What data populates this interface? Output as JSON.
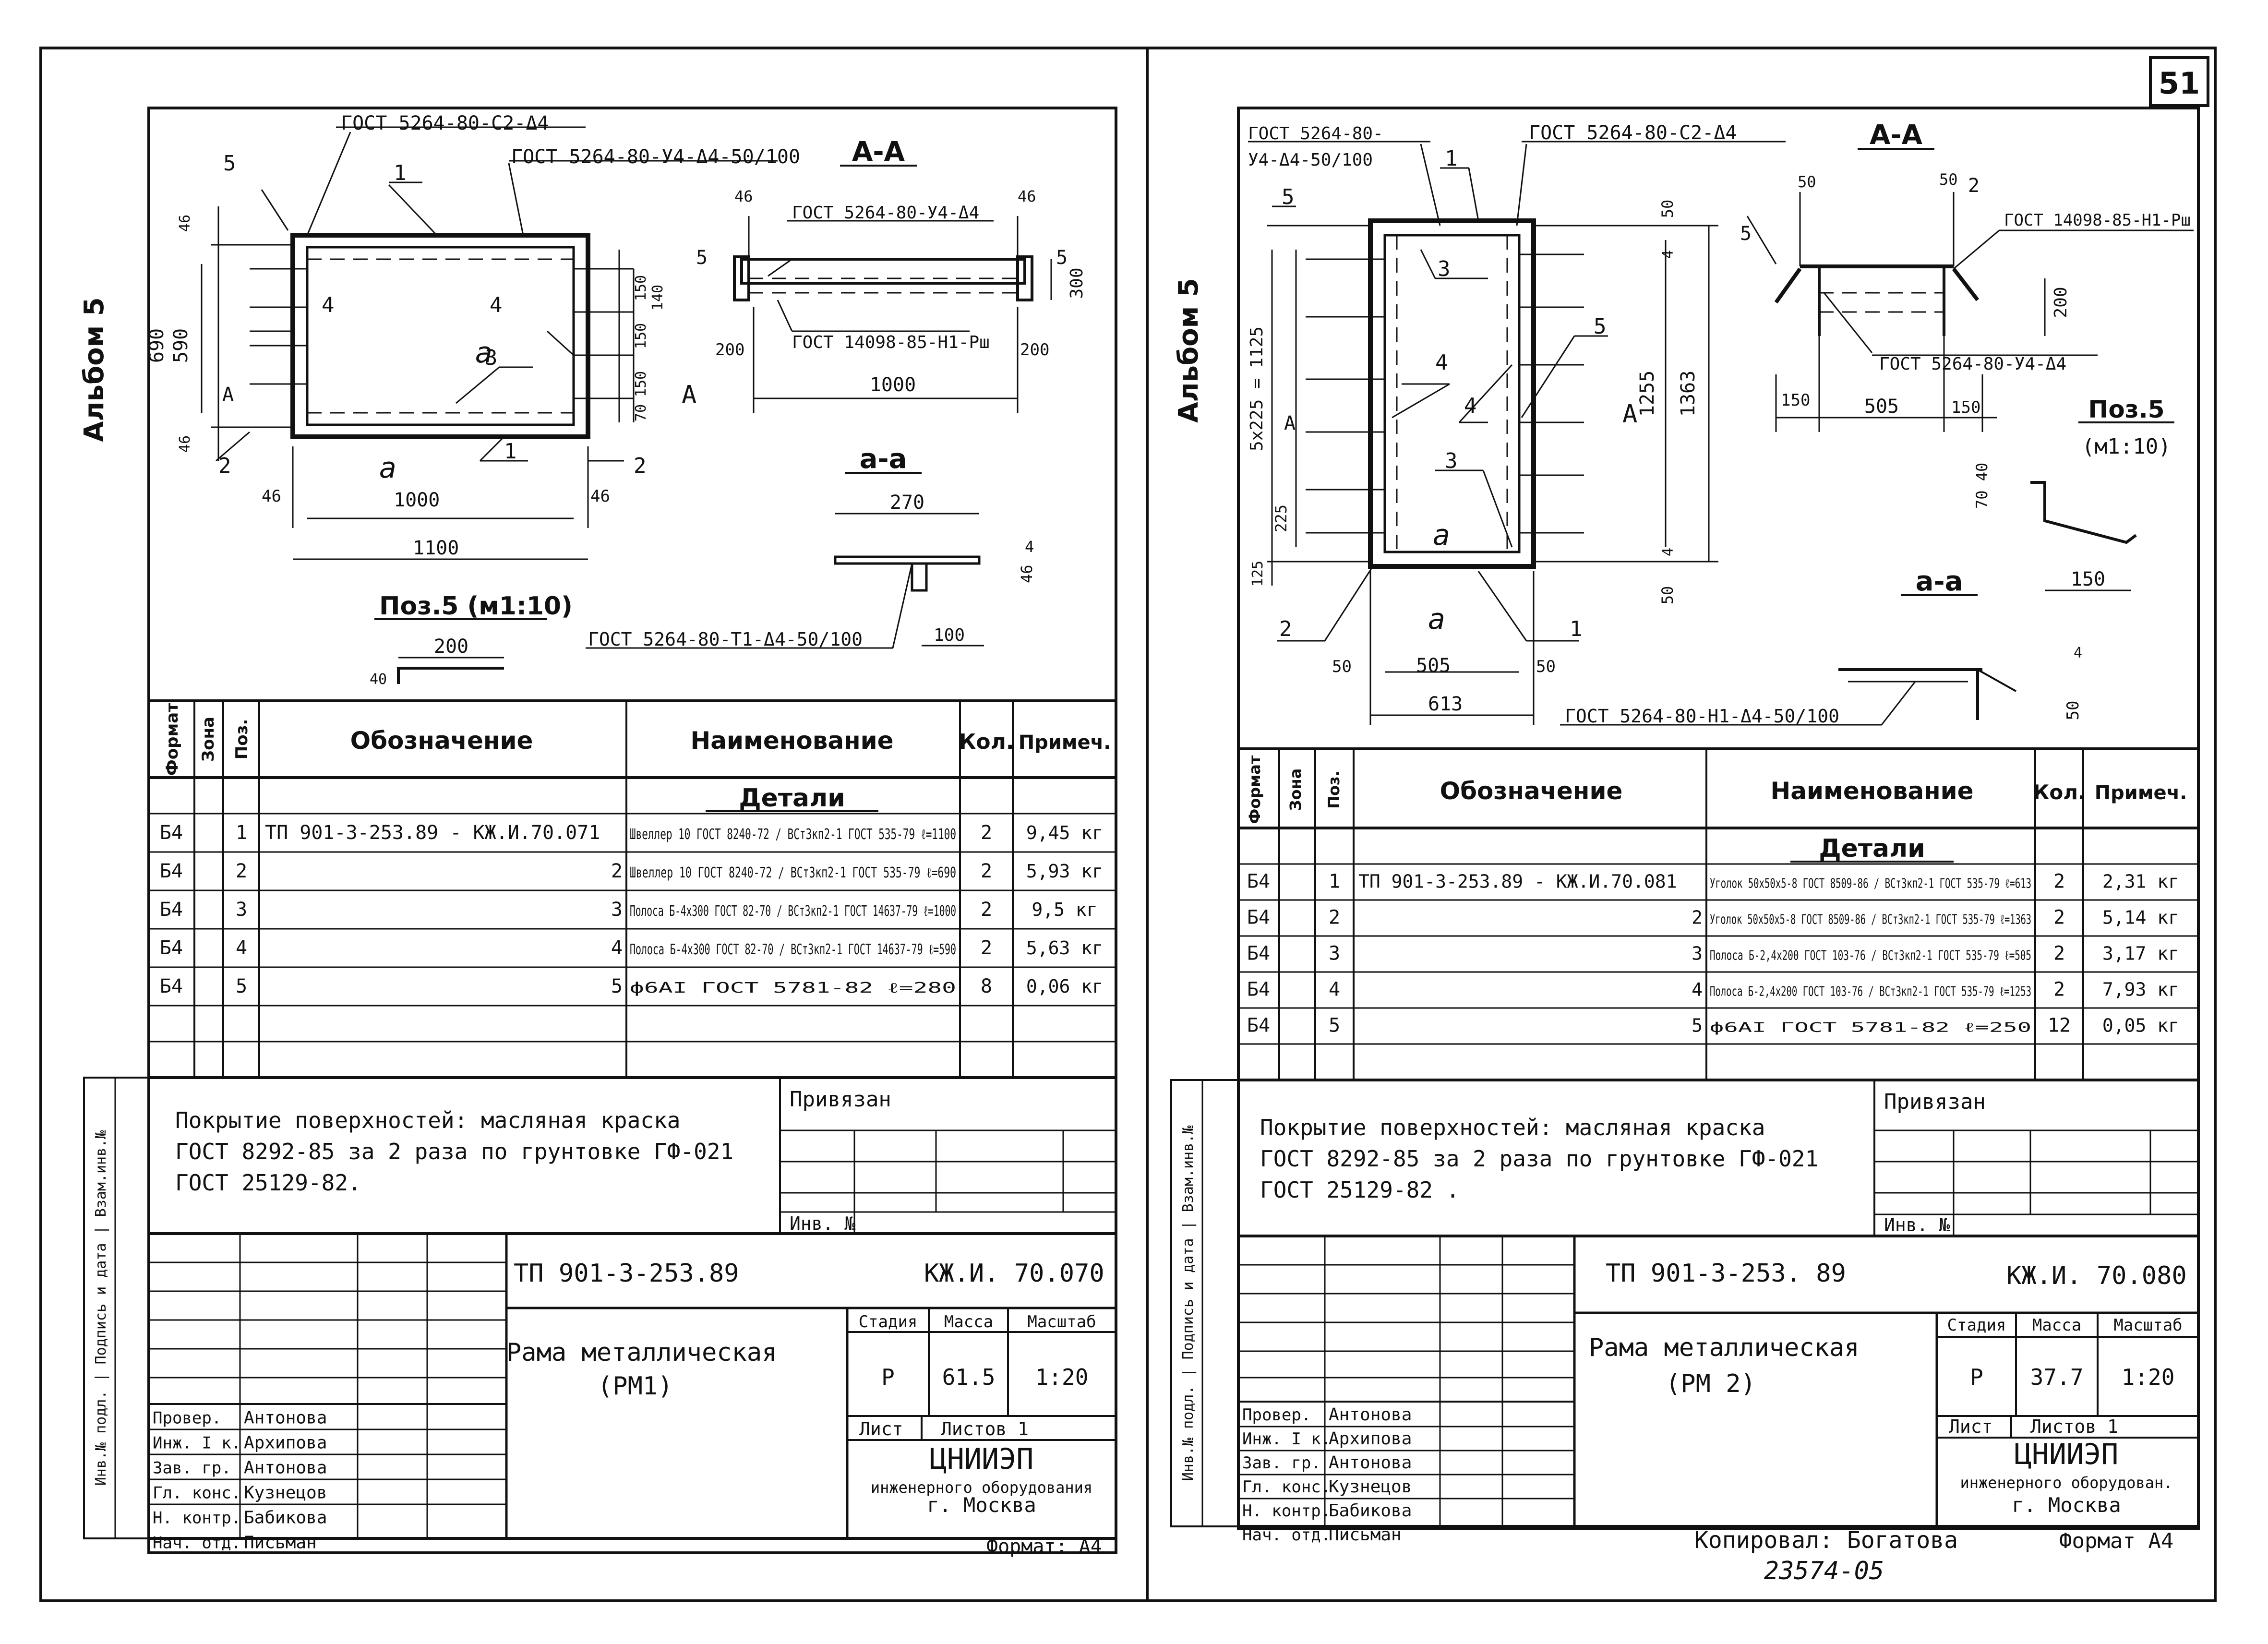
{
  "page_number": "51",
  "footer_number": "23574-05",
  "copied_by": "Копировал: Богатова",
  "sheets": [
    {
      "album": "Альбом 5",
      "drawing": {
        "std_top": "ГОСТ 5264-80-С2-Δ4",
        "std_weld": "ГОСТ 5264-80-У4-Δ4-50/100",
        "section_title": "А-А",
        "section_std_1": "ГОСТ 5264-80-У4-Δ4",
        "section_std_2": "ГОСТ 14098-85-Н1-Рш",
        "section_width": "1000",
        "section_height": "300",
        "detail_title": "а-а",
        "detail_dim": "270",
        "detail_std": "ГОСТ 5264-80-Т1-Δ4-50/100",
        "pos5_title": "Поз.5 (м1:10)",
        "pos5_dim": "200",
        "frame_inner": "1000",
        "frame_outer": "1100",
        "frame_height_outer": "690",
        "frame_height_inner": "590",
        "cut_label_a": "а",
        "cut_label_A": "А"
      },
      "spec": {
        "headers": [
          "Формат",
          "Зона",
          "Поз.",
          "Обозначение",
          "Наименование",
          "Кол.",
          "Примеч."
        ],
        "group": "Детали",
        "rows": [
          {
            "fmt": "Б4",
            "zone": "",
            "pos": "1",
            "designation": "ТП 901-3-253.89 - КЖ.И.70.071",
            "name": "Швеллер 10 ГОСТ 8240-72 / ВСт3кп2-1 ГОСТ 535-79 ℓ=1100",
            "qty": "2",
            "note": "9,45 кг"
          },
          {
            "fmt": "Б4",
            "zone": "",
            "pos": "2",
            "designation": "2",
            "name": "Швеллер 10 ГОСТ 8240-72 / ВСт3кп2-1 ГОСТ 535-79 ℓ=690",
            "qty": "2",
            "note": "5,93 кг"
          },
          {
            "fmt": "Б4",
            "zone": "",
            "pos": "3",
            "designation": "3",
            "name": "Полоса Б-4х300 ГОСТ 82-70 / ВСт3кп2-1 ГОСТ 14637-79 ℓ=1000",
            "qty": "2",
            "note": "9,5 кг"
          },
          {
            "fmt": "Б4",
            "zone": "",
            "pos": "4",
            "designation": "4",
            "name": "Полоса Б-4х300 ГОСТ 82-70 / ВСт3кп2-1 ГОСТ 14637-79 ℓ=590",
            "qty": "2",
            "note": "5,63 кг"
          },
          {
            "fmt": "Б4",
            "zone": "",
            "pos": "5",
            "designation": "5",
            "name": "ф6АI ГОСТ 5781-82 ℓ=280",
            "qty": "8",
            "note": "0,06 кг"
          }
        ]
      },
      "note_lines": [
        "Покрытие поверхностей: масляная краска",
        "ГОСТ 8292-85 за 2 раза по грунтовке ГФ-021",
        "ГОСТ 25129-82."
      ],
      "bound": "Привязан",
      "inv": "Инв. №",
      "side_stamp": "Инв.№ подл. | Подпись и дата | Взам.инв.№",
      "title_block": {
        "project": "ТП 901-3-253.89",
        "code": "КЖ.И. 70.070",
        "title": "Рама металлическая",
        "subtitle": "(РМ1)",
        "stage_h": "Стадия",
        "mass_h": "Масса",
        "scale_h": "Масштаб",
        "stage": "Р",
        "mass": "61.5",
        "scale": "1:20",
        "sheet_h": "Лист",
        "sheets_h": "Листов 1",
        "org1": "ЦНИИЭП",
        "org2": "инженерного оборудования",
        "org3": "г. Москва",
        "format": "Формат: А4",
        "staff": [
          {
            "role": "Провер.",
            "name": "Антонова"
          },
          {
            "role": "Инж. I к.",
            "name": "Архипова"
          },
          {
            "role": "Зав. гр.",
            "name": "Антонова"
          },
          {
            "role": "Гл. конс.",
            "name": "Кузнецов"
          },
          {
            "role": "Н. контр.",
            "name": "Бабикова"
          },
          {
            "role": "Нач. отд.",
            "name": "Письман"
          }
        ]
      }
    },
    {
      "album": "Альбом 5",
      "drawing": {
        "std_top": "ГОСТ 5264-80-С2-Δ4",
        "std_weld": "ГОСТ 5264-80-У4-Δ4-50/100",
        "section_title": "А-А",
        "section_std_1": "ГОСТ 14098-85-Н1-Рш",
        "section_std_2": "ГОСТ 5264-80-У4-Δ4",
        "section_width": "505",
        "section_height": "200",
        "detail_title": "а-а",
        "detail_dim": "50",
        "detail_std": "ГОСТ 5264-80-Н1-Δ4-50/100",
        "pos5_title": "Поз.5",
        "pos5_scale": "(м1:10)",
        "pos5_dim": "150",
        "frame_inner": "505",
        "frame_outer": "613",
        "frame_height_outer": "1363",
        "frame_height_inner": "1255",
        "frame_steps": "5х225 = 1125",
        "cut_label_a": "а",
        "cut_label_A": "А"
      },
      "spec": {
        "headers": [
          "Формат",
          "Зона",
          "Поз.",
          "Обозначение",
          "Наименование",
          "Кол.",
          "Примеч."
        ],
        "group": "Детали",
        "rows": [
          {
            "fmt": "Б4",
            "zone": "",
            "pos": "1",
            "designation": "ТП 901-3-253.89 - КЖ.И.70.081",
            "name": "Уголок 50х50х5-8 ГОСТ 8509-86 / ВСт3кп2-1 ГОСТ 535-79 ℓ=613",
            "qty": "2",
            "note": "2,31 кг"
          },
          {
            "fmt": "Б4",
            "zone": "",
            "pos": "2",
            "designation": "2",
            "name": "Уголок 50х50х5-8 ГОСТ 8509-86 / ВСт3кп2-1 ГОСТ 535-79 ℓ=1363",
            "qty": "2",
            "note": "5,14 кг"
          },
          {
            "fmt": "Б4",
            "zone": "",
            "pos": "3",
            "designation": "3",
            "name": "Полоса Б-2,4х200 ГОСТ 103-76 / ВСт3кп2-1 ГОСТ 535-79 ℓ=505",
            "qty": "2",
            "note": "3,17 кг"
          },
          {
            "fmt": "Б4",
            "zone": "",
            "pos": "4",
            "designation": "4",
            "name": "Полоса Б-2,4х200 ГОСТ 103-76 / ВСт3кп2-1 ГОСТ 535-79 ℓ=1253",
            "qty": "2",
            "note": "7,93 кг"
          },
          {
            "fmt": "Б4",
            "zone": "",
            "pos": "5",
            "designation": "5",
            "name": "ф6АI ГОСТ 5781-82 ℓ=250",
            "qty": "12",
            "note": "0,05 кг"
          }
        ]
      },
      "note_lines": [
        "Покрытие поверхностей: масляная краска",
        "ГОСТ 8292-85 за 2 раза по грунтовке ГФ-021",
        "ГОСТ 25129-82 ."
      ],
      "bound": "Привязан",
      "inv": "Инв. №",
      "side_stamp": "Инв.№ подл. | Подпись и дата | Взам.инв.№",
      "title_block": {
        "project": "ТП 901-3-253. 89",
        "code": "КЖ.И. 70.080",
        "title": "Рама металлическая",
        "subtitle": "(РМ 2)",
        "stage_h": "Стадия",
        "mass_h": "Масса",
        "scale_h": "Масштаб",
        "stage": "Р",
        "mass": "37.7",
        "scale": "1:20",
        "sheet_h": "Лист",
        "sheets_h": "Листов 1",
        "org1": "ЦНИИЭП",
        "org2": "инженерного оборудован.",
        "org3": "г. Москва",
        "format": "Формат А4",
        "staff": [
          {
            "role": "Провер.",
            "name": "Антонова"
          },
          {
            "role": "Инж. I к.",
            "name": "Архипова"
          },
          {
            "role": "Зав. гр.",
            "name": "Антонова"
          },
          {
            "role": "Гл. конс.",
            "name": "Кузнецов"
          },
          {
            "role": "Н. контр.",
            "name": "Бабикова"
          },
          {
            "role": "Нач. отд.",
            "name": "Письман"
          }
        ]
      }
    }
  ]
}
